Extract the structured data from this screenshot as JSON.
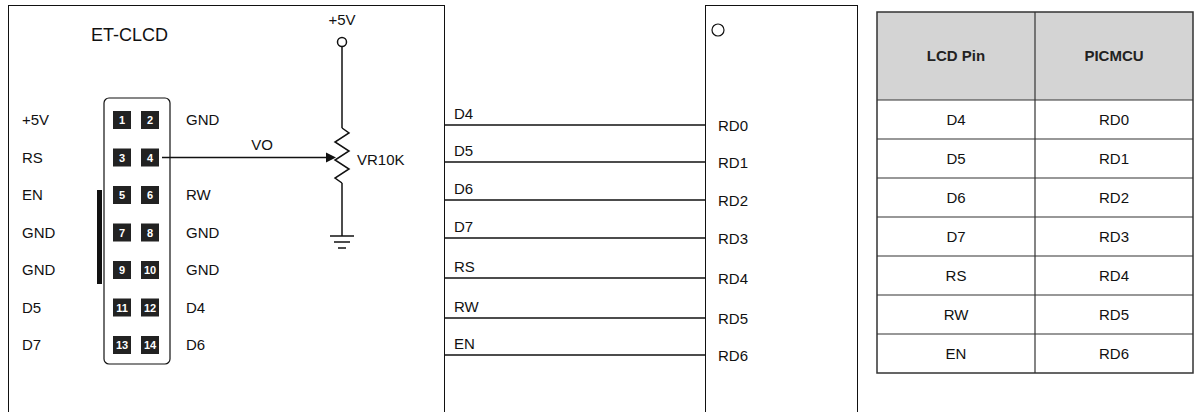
{
  "diagram": {
    "nodes": [
      {
        "text": [
          "ET-CLCD"
        ]
      },
      {
        "text": [
          "RD0",
          "RD1",
          "RD2",
          "RD3",
          "RD4",
          "RD5",
          "RD6"
        ]
      }
    ],
    "edges": [
      {
        "from": 0,
        "to": 1,
        "arrow": "none",
        "label": "D4"
      },
      {
        "from": 0,
        "to": 1,
        "arrow": "none",
        "label": "D5"
      },
      {
        "from": 0,
        "to": 1,
        "arrow": "none",
        "label": "D6"
      },
      {
        "from": 0,
        "to": 1,
        "arrow": "none",
        "label": "D7"
      },
      {
        "from": 0,
        "to": 1,
        "arrow": "none",
        "label": "RS"
      },
      {
        "from": 0,
        "to": 1,
        "arrow": "none",
        "label": "RW"
      },
      {
        "from": 0,
        "to": 1,
        "arrow": "none",
        "label": "EN"
      }
    ],
    "labels": [
      "+5V",
      "RS",
      "EN",
      "GND",
      "GND",
      "D5",
      "D7",
      "GND",
      "RW",
      "GND",
      "GND",
      "D4",
      "D6",
      "1",
      "2",
      "3",
      "4",
      "5",
      "6",
      "7",
      "8",
      "9",
      "10",
      "11",
      "12",
      "13",
      "14",
      "+5V",
      "VO",
      "VR10K",
      "LCD Pin",
      "PICMCU",
      "D4",
      "RD0",
      "D5",
      "RD1",
      "D6",
      "RD2",
      "D7",
      "RD3",
      "RS",
      "RD4",
      "RW",
      "RD5",
      "EN",
      "RD6"
    ]
  }
}
